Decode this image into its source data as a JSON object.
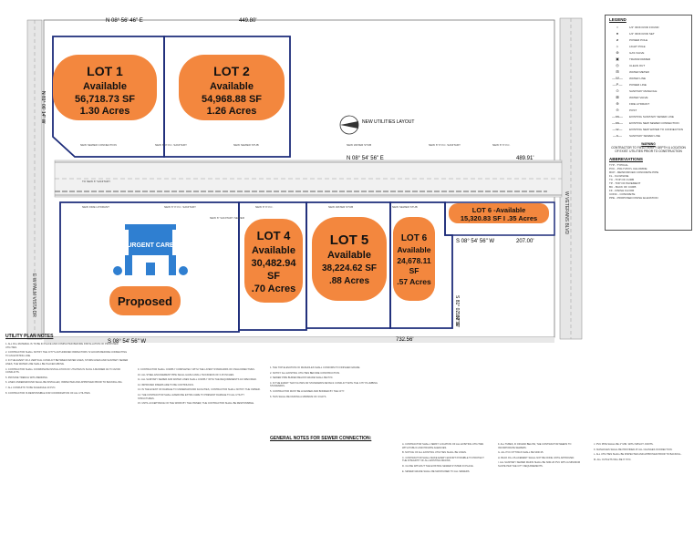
{
  "colors": {
    "lot_fill": "#f3873e",
    "lot_outline": "#1d2c7a",
    "urgent_care_blue": "#2f7fd1",
    "road_gray": "#c8c8c8"
  },
  "bearings": {
    "top": "N 08° 56' 46\" E",
    "top_dist": "449.80'",
    "middle": "N 08° 54' 56\" E",
    "middle_dist": "489.91'",
    "bottom": "S 08° 54' 56\" W",
    "bottom_dist": "732.56'",
    "lot6_south": "S 08° 54' 56\" W",
    "lot6_south_dist": "207.00'",
    "east_vertical": "S 81° 02' 07\" E",
    "east_vertical_dist": "160.00'",
    "left_vertical": "N 81° 06' 14\" W"
  },
  "streets": {
    "west": "E W PALM VISTA DR",
    "east": "W VETERANS BLVD"
  },
  "new_utilities_label": "NEW UTILITIES LAYOUT",
  "lots": [
    {
      "name": "LOT 1",
      "status": "Available",
      "area": "56,718.73 SF",
      "acres": "1.30 Acres"
    },
    {
      "name": "LOT 2",
      "status": "Available",
      "area": "54,968.88 SF",
      "acres": "1.26 Acres"
    },
    {
      "name": "LOT 4",
      "status": "Available",
      "area1": "30,482.94",
      "area2": "SF",
      "acres": ".70 Acres"
    },
    {
      "name": "LOT 5",
      "status": "Available",
      "area": "38,224.62 SF",
      "acres": ".88 Acres"
    },
    {
      "name": "LOT 6",
      "status": "Available",
      "area": "24,678.11",
      "unit": "SF",
      "acres": ".57 Acres"
    },
    {
      "name": "LOT 6 -Available",
      "area": "15,320.83 SF I .35 Acres"
    }
  ],
  "urgent_care": {
    "sign": "URGENT CARE",
    "label": "Proposed"
  },
  "legend": {
    "title": "LEGEND",
    "items": [
      {
        "sym": "○",
        "label": "1/2\" IRON ROD FOUND"
      },
      {
        "sym": "●",
        "label": "1/2\" IRON ROD SET"
      },
      {
        "sym": "⌀",
        "label": "POWER POLE"
      },
      {
        "sym": "☼",
        "label": "LIGHT POLE"
      },
      {
        "sym": "⊗",
        "label": "GAS VALVE"
      },
      {
        "sym": "▣",
        "label": "TRANSFORMER"
      },
      {
        "sym": "◎",
        "label": "CLEAN OUT"
      },
      {
        "sym": "⊞",
        "label": "WATER METER"
      },
      {
        "sym": "—W—",
        "label": "WATER LINE"
      },
      {
        "sym": "—P—",
        "label": "POWER LINE"
      },
      {
        "sym": "⊙",
        "label": "SANITARY MANHOLE"
      },
      {
        "sym": "⊠",
        "label": "WATER VALVE"
      },
      {
        "sym": "⊕",
        "label": "FIRE HYDRANT"
      },
      {
        "sym": "⊖",
        "label": "POST"
      },
      {
        "sym": "—ss—",
        "label": "EXISTING SANITARY SEWER LINE"
      },
      {
        "sym": "—ss—",
        "label": "EXISTING NEW SEWER CONNECTION"
      },
      {
        "sym": "—w—",
        "label": "EXISTING NEW WATER TO CONNECTION"
      },
      {
        "sym": "—s—",
        "label": "SANITARY SEWER LINE"
      }
    ],
    "warning_title": "WARNING",
    "warning_text": "CONTRACTOR TO FIELD VERIFY DEPTH & LOCATION OF EXIST. UTILITIES PRIOR TO CONSTRUCTION",
    "abbr_title": "ABBREVIATIONS",
    "abbreviations": [
      "TYP - TYPICAL",
      "PVC - POLYVINYL CHLORIDE",
      "RCP - REINFORCED CONCRETE PIPE",
      "FL - FLOWLINE",
      "TC - TOP OF CURB",
      "TP - TOP OF PAVEMENT",
      "BC - BACK OF CURB",
      "FF - FINISH FLOOR",
      "CONC - CONCRETE",
      "PPE - PROPOSED FINISH ELEVATION"
    ]
  },
  "notes": {
    "utility_title": "UTILITY PLAN NOTES",
    "sewer_title": "GENERAL NOTES FOR SEWER CONNECTION:",
    "col1": [
      "1. ALL FILL MATERIAL IS TO BE IN PLACE AND COMPACTED BEFORE INSTALLATION OF PROPOSED UTILITIES.",
      "2. CONTRACTOR SHALL NOTIFY THE CITY'S AUTHORIZED INSPECTORS 72 HOURS BEFORE CONNECTING TO AN EXISTING LINE.",
      "3. IN THE EVENT OF A VERTICAL CONFLICT BETWEEN WATER LINES, STORM LINES AND SANITARY SEWER LINES, THE WATER LINE SHALL BE PLACED ABOVE.",
      "4. CONTRACTOR SHALL COORDINATE INSTALLATION OF UTILITIES IN SUCH A MANNER AS TO AVOID CONFLICTS.",
      "5. PROVIDE TRENCH WITH BEDDING.",
      "6. LINES UNDERGROUND SHALL BE INSTALLED, INSPECTED AND APPROVED PRIOR TO BACKFILLING.",
      "7. ALL CONDUITS TO BE SCHEDULE 40 PVC.",
      "8. CONTRACTOR IS RESPONSIBLE FOR COORDINATION OF ALL UTILITIES."
    ],
    "col2": [
      "9. CONTRACTOR SHALL COMPLY COMPLETELY WITH THE LATEST STANDARDS OF OSHA DIRECTIVES.",
      "10. ALL STEEL ENCASEMENT PIPE SHALL HAVE A WALL THICKNESS OF 0.25 INCHES.",
      "11. ALL SANITARY SEWER AND WATER LINES SHALL COMPLY WITH THE REQUIREMENTS AS SPECIFIED.",
      "12. IMPROVED RISERS ARE TO BE CONTINUOUS.",
      "13. IN THE EVENT OF DAMAGE TO UNDERGROUND FACILITIES, CONTRACTOR SHALL NOTIFY THE OWNER.",
      "14. THE CONTRACTOR SHALL EXERCISE EXTRA CARE TO PREVENT DAMAGE TO ALL UTILITY STRUCTURES.",
      "15. UNTIL ACCEPTANCE OF THE WORK BY THE OWNER, THE CONTRACTOR SHALL BE RESPONSIBLE."
    ],
    "col3": [
      "1. THE TOP ELEVATION OF MANHOLES SHALL CONFORM TO FINISHED GRADE.",
      "2. NOTIFY ALL EXISTING UTILITIES BEFORE CONSTRUCTION.",
      "3. SEWER PIPE BURIED BELOW GRADE SHALL BE PVC.",
      "4. IN THE EVENT THAT FLOWS OR STANDARDS DETAILS CONFLICT WITH THE CITY PLUMBING STANDARDS.",
      "5. CONTRACTOR MUST BE LICENSED AND BONDED BY THE CITY.",
      "6. THIS SHALL BE DURING A MINIMUM OF 3 DAYS."
    ],
    "col4": [
      "A. CONTRACTOR SHALL VERIFY LOCATION OF ALL EXISTING UTILITIES WITH PUBLIC AND PRIVATE AGENCIES.",
      "B. NOTICE OF ALL EXISTING UTILITIES SHALL BE GIVEN.",
      "C. CONTRACTOR SHALL MAKE EVERY EFFORT POSSIBLE TO PROTECT THE INTEGRITY OF ALL EXISTING DRAINS.",
      "D. CLOSE WITHOUT THE EXISTING SEWER SYSTEM IN PLACE.",
      "E. SEWER GRADE SHALL BE MAINTAINED TO ALL SEWERS."
    ],
    "col5": [
      "F. ALL TUBES, IF OR END BELOW, THE CONTRACTOR NEEDS TO INCORPORATE SEWERS.",
      "G. ALL PVC FITTINGS SHALL BE SDR-35.",
      "H. BACK FILL PLACEMENT SHALL NOT BE DONE UNTIL APPROVED.",
      "I. ALL SANITARY SEWER MAINS SHALL BE SDR-26 PVC WITH A MINIMUM SLOPE PER THE CITY REQUIREMENTS."
    ],
    "col6": [
      "J. PVC PIPE SHALL BE 4\" MIN. WITH SPIGOT JOINTS.",
      "K. MANHOLES SHALL BE PROVIDED AT ALL CHANGES IN DIRECTION.",
      "L. ALL UTILITIES SHALL BE INSPECTED AND APPROVED PRIOR TO BACKFILL.",
      "M. ALL OUTLETS WILL BE 6\" PVC."
    ]
  }
}
